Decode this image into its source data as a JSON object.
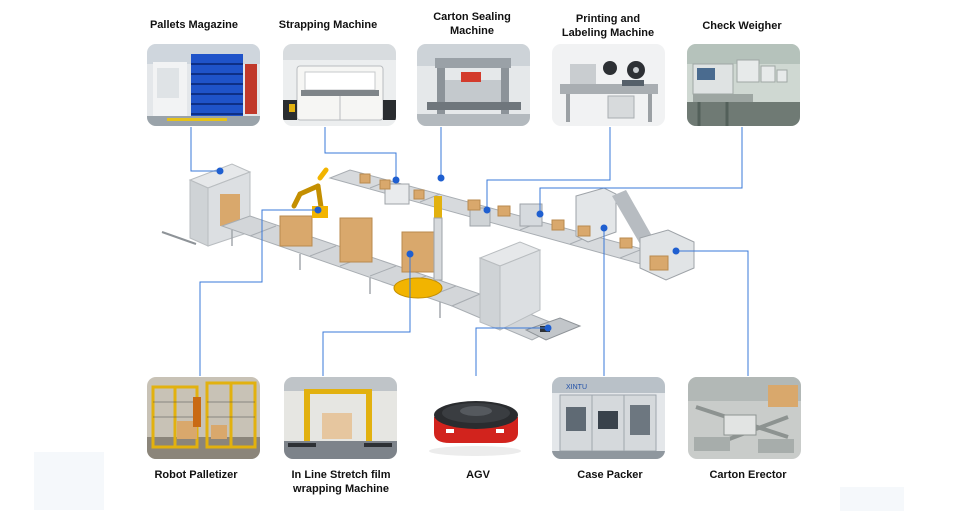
{
  "title": "",
  "machines": {
    "pallets_magazine": {
      "label": "Pallets Magazine"
    },
    "strapping_machine": {
      "label": "Strapping Machine"
    },
    "carton_sealing": {
      "label1": "Carton Sealing",
      "label2": "Machine"
    },
    "printing_labeling": {
      "label1": "Printing and",
      "label2": "Labeling Machine"
    },
    "check_weigher": {
      "label": "Check Weigher"
    },
    "robot_palletizer": {
      "label": "Robot Palletizer"
    },
    "stretch_wrapping": {
      "label1": "In Line Stretch film",
      "label2": "wrapping Machine"
    },
    "agv": {
      "label": "AGV"
    },
    "case_packer": {
      "label": "Case Packer"
    },
    "carton_erector": {
      "label": "Carton Erector"
    }
  },
  "case_packer_brand": "XINTU",
  "colors": {
    "connector": "#3a78d8",
    "dot": "#1f5fd0",
    "conveyor": "#c9ccd0",
    "carton": "#d9a86c",
    "robot": "#f2b400"
  }
}
